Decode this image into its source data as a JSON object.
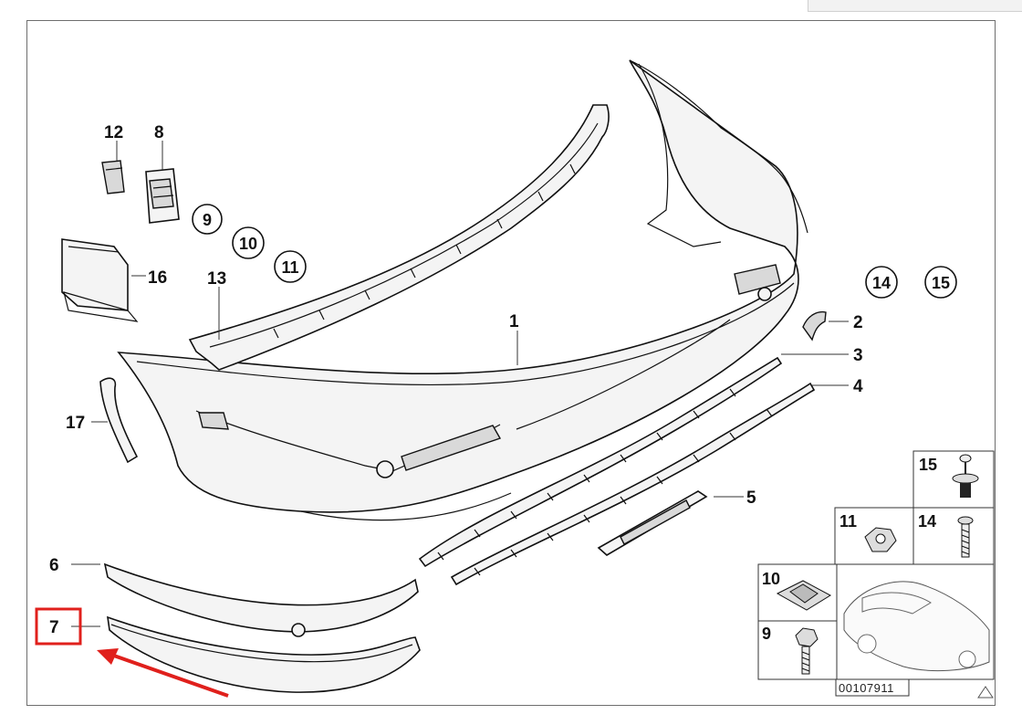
{
  "callouts": {
    "p1": "1",
    "p2": "2",
    "p3": "3",
    "p4": "4",
    "p5": "5",
    "p6": "6",
    "p7": "7",
    "p8": "8",
    "p12": "12",
    "p13": "13",
    "p16": "16",
    "p17": "17"
  },
  "circled": {
    "c9": "9",
    "c10": "10",
    "c11": "11",
    "c14": "14",
    "c15": "15"
  },
  "hardware_grid": {
    "g15": "15",
    "g11": "11",
    "g14": "14",
    "g10": "10",
    "g9": "9"
  },
  "diagram_ref": "00107911",
  "highlight": {
    "color": "#e0201c",
    "target": "7"
  }
}
